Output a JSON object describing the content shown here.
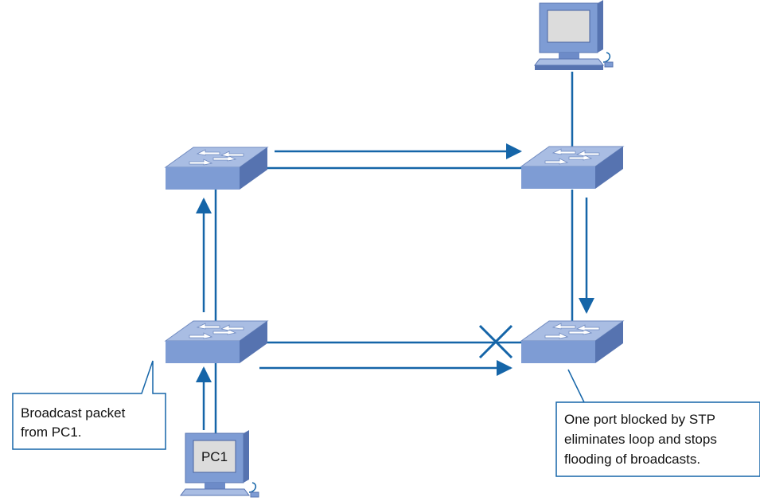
{
  "pc1": {
    "label": "PC1"
  },
  "callouts": {
    "broadcast": {
      "lines": [
        "Broadcast packet",
        "from PC1."
      ]
    },
    "stp": {
      "lines": [
        "One port blocked by STP",
        "eliminates loop and stops",
        "flooding of broadcasts."
      ]
    }
  },
  "colors": {
    "link": "#1565a8",
    "switch_top": "#a9bde3",
    "switch_front": "#7e9cd4",
    "switch_side": "#5673b0",
    "pc_body": "#7e9cd4",
    "pc_screen": "#dcdcdc",
    "callout_border": "#1565a8"
  }
}
